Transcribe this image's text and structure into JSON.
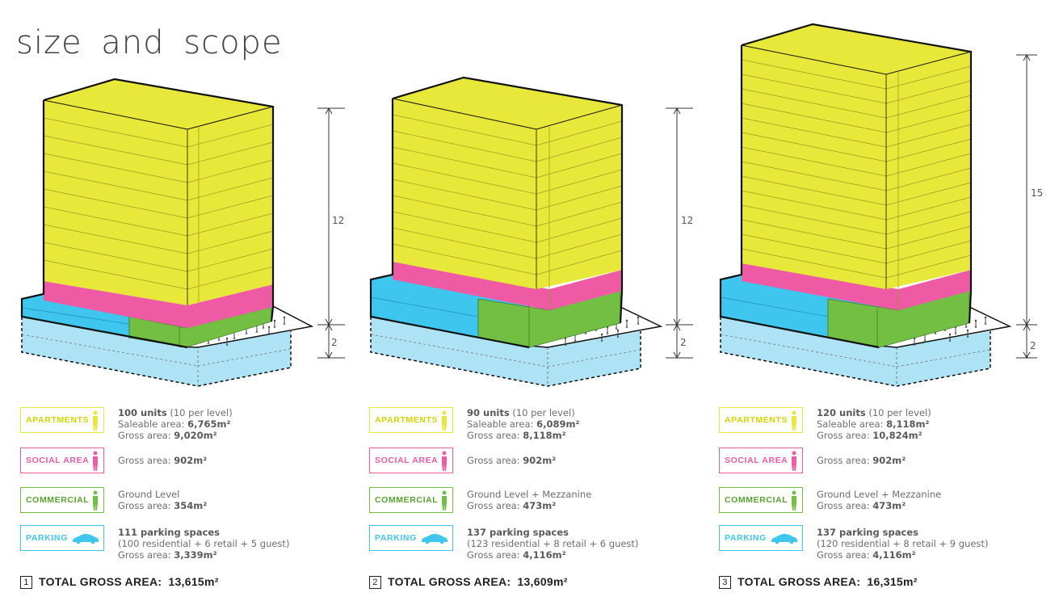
{
  "title": "size and scope",
  "colors": {
    "apartments": "#e8e83a",
    "apartments_text": "#d4d400",
    "social": "#ee5aa3",
    "commercial": "#72bf44",
    "parking": "#3fc6ef",
    "parking_below": "#aee3f5",
    "outline": "#111111"
  },
  "options": [
    {
      "number": "1",
      "heights": {
        "upper_floors": "12",
        "lower_floors": "2"
      },
      "apartments": {
        "label": "APARTMENTS",
        "units": "100 units",
        "per_level": "(10 per level)",
        "saleable_prefix": "Saleable area: ",
        "saleable": "6,765m²",
        "gross_prefix": "Gross area: ",
        "gross": "9,020m²"
      },
      "social": {
        "label": "SOCIAL AREA",
        "gross_prefix": "Gross area: ",
        "gross": "902m²"
      },
      "commercial": {
        "label": "COMMERCIAL",
        "level": "Ground Level",
        "gross_prefix": "Gross area: ",
        "gross": "354m²"
      },
      "parking": {
        "label": "PARKING",
        "spaces": "111 parking spaces",
        "breakdown": "(100 residential + 6 retail + 5 guest)",
        "gross_prefix": "Gross area: ",
        "gross": "3,339m²"
      },
      "total_label": "TOTAL GROSS AREA:",
      "total": "13,615m²"
    },
    {
      "number": "2",
      "heights": {
        "upper_floors": "12",
        "lower_floors": "2"
      },
      "apartments": {
        "label": "APARTMENTS",
        "units": "90 units",
        "per_level": "(10 per level)",
        "saleable_prefix": "Saleable area: ",
        "saleable": "6,089m²",
        "gross_prefix": "Gross area: ",
        "gross": "8,118m²"
      },
      "social": {
        "label": "SOCIAL AREA",
        "gross_prefix": "Gross area: ",
        "gross": "902m²"
      },
      "commercial": {
        "label": "COMMERCIAL",
        "level": "Ground Level + Mezzanine",
        "gross_prefix": "Gross area: ",
        "gross": "473m²"
      },
      "parking": {
        "label": "PARKING",
        "spaces": "137 parking spaces",
        "breakdown": "(123 residential + 8 retail + 6 guest)",
        "gross_prefix": "Gross area: ",
        "gross": "4,116m²"
      },
      "total_label": "TOTAL GROSS AREA:",
      "total": "13,609m²"
    },
    {
      "number": "3",
      "heights": {
        "upper_floors": "15",
        "lower_floors": "2"
      },
      "apartments": {
        "label": "APARTMENTS",
        "units": "120 units",
        "per_level": "(10 per level)",
        "saleable_prefix": "Saleable area: ",
        "saleable": "8,118m²",
        "gross_prefix": "Gross area: ",
        "gross": "10,824m²"
      },
      "social": {
        "label": "SOCIAL AREA",
        "gross_prefix": "Gross area: ",
        "gross": "902m²"
      },
      "commercial": {
        "label": "COMMERCIAL",
        "level": "Ground Level + Mezzanine",
        "gross_prefix": "Gross area: ",
        "gross": "473m²"
      },
      "parking": {
        "label": "PARKING",
        "spaces": "137 parking spaces",
        "breakdown": "(120 residential + 8 retail + 9 guest)",
        "gross_prefix": "Gross area: ",
        "gross": "4,116m²"
      },
      "total_label": "TOTAL GROSS AREA:",
      "total": "16,315m²"
    }
  ]
}
